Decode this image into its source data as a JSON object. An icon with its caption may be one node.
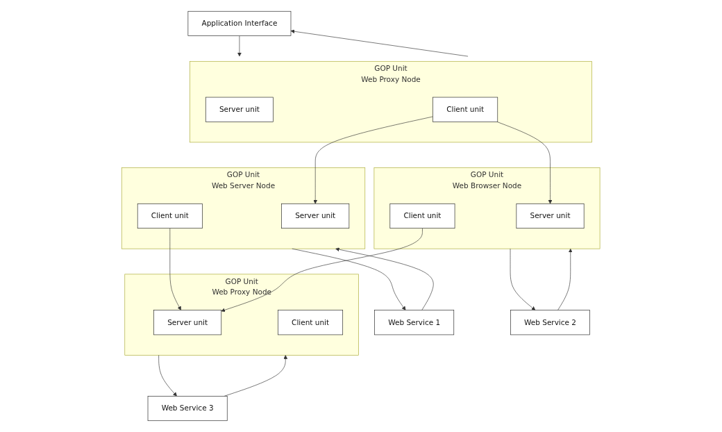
{
  "diagram": {
    "nodes": [
      {
        "text": [
          "Application Interface"
        ]
      },
      {
        "text": [
          "GOP Unit",
          "Web Proxy Node"
        ]
      },
      {
        "text": [
          "Server unit"
        ],
        "in": 1
      },
      {
        "text": [
          "Client unit"
        ],
        "in": 1
      },
      {
        "text": [
          "Web Service 1"
        ]
      },
      {
        "text": [
          "GOP Unit",
          "Web Server Node"
        ]
      },
      {
        "text": [
          "Server unit"
        ],
        "in": 5
      },
      {
        "text": [
          "Client unit"
        ],
        "in": 5
      },
      {
        "text": [
          "Web Service 3"
        ]
      },
      {
        "text": [
          "GOP Unit",
          "Web Proxy Node"
        ]
      },
      {
        "text": [
          "Server unit"
        ],
        "in": 9
      },
      {
        "text": [
          "Client unit"
        ],
        "in": 9
      },
      {
        "text": [
          "Web Service 2"
        ]
      },
      {
        "text": [
          "GOP Unit",
          "Web Browser Node"
        ]
      },
      {
        "text": [
          "Server unit"
        ],
        "in": 13
      },
      {
        "text": [
          "Client unit"
        ],
        "in": 13
      }
    ],
    "edges": [
      {
        "from": 0,
        "to": 1,
        "arrow": "to"
      },
      {
        "from": 1,
        "to": 0,
        "arrow": "to"
      },
      {
        "from": 4,
        "to": 5,
        "arrow": "to"
      },
      {
        "from": 5,
        "to": 4,
        "arrow": "to"
      },
      {
        "from": 8,
        "to": 9,
        "arrow": "to"
      },
      {
        "from": 9,
        "to": 8,
        "arrow": "to"
      },
      {
        "from": 12,
        "to": 13,
        "arrow": "to"
      },
      {
        "from": 13,
        "to": 12,
        "arrow": "to"
      },
      {
        "from": 3,
        "to": 6,
        "arrow": "to"
      },
      {
        "from": 3,
        "to": 14,
        "arrow": "to"
      },
      {
        "from": 7,
        "to": 10,
        "arrow": "to"
      },
      {
        "from": 15,
        "to": 10,
        "arrow": "to"
      }
    ]
  }
}
